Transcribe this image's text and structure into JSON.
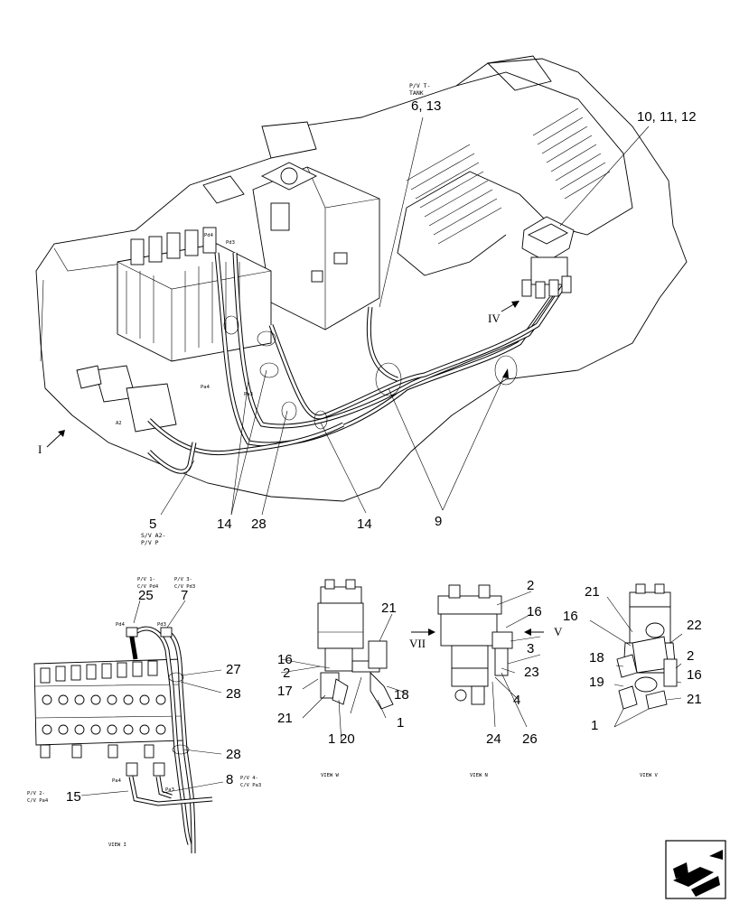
{
  "diagram": {
    "top_labels": {
      "pv_t_tank_1": "P/V T-",
      "pv_t_tank_2": "TANK",
      "ref_6_13": "6, 13",
      "ref_10_11_12": "10, 11, 12",
      "ref_5": "5",
      "sv_a2_1": "S/V A2-",
      "sv_a2_2": "P/V P",
      "ref_14_left": "14",
      "ref_28": "28",
      "ref_14_right": "14",
      "ref_9": "9",
      "view_I": "I",
      "view_IV": "IV",
      "pd4": "Pd4",
      "pd3": "Pd3",
      "pa4": "Pa4",
      "pa3": "Pa3",
      "a2": "A2"
    },
    "view_I": {
      "pv1_1": "P/V 1-",
      "pv1_2": "C/V Pd4",
      "pv3_1": "P/V 3-",
      "pv3_2": "C/V Pd3",
      "ref_25": "25",
      "ref_7": "7",
      "pd4": "Pd4",
      "pd3": "Pd3",
      "ref_27": "27",
      "ref_28a": "28",
      "ref_28b": "28",
      "pa4": "Pa4",
      "pa3": "Pa3",
      "pv2_1": "P/V 2-",
      "pv2_2": "C/V Pa4",
      "ref_15": "15",
      "ref_8": "8",
      "pv4_1": "P/V 4-",
      "pv4_2": "C/V Pa3",
      "caption": "VIEW I"
    },
    "view_3": {
      "ref_21a": "21",
      "ref_16": "16",
      "ref_2": "2",
      "ref_17": "17",
      "ref_18": "18",
      "ref_21b": "21",
      "ref_1a": "1",
      "ref_1b": "1",
      "ref_20": "20",
      "caption": "VIEW W"
    },
    "view_4": {
      "ref_2": "2",
      "ref_16": "16",
      "arrow_VII": "VII",
      "arrow_V": "V",
      "ref_3": "3",
      "ref_23": "23",
      "ref_4": "4",
      "ref_24": "24",
      "ref_26": "26",
      "caption": "VIEW N"
    },
    "view_5": {
      "ref_21a": "21",
      "ref_16a": "16",
      "ref_22": "22",
      "ref_2": "2",
      "ref_18": "18",
      "ref_16b": "16",
      "ref_19": "19",
      "ref_21b": "21",
      "ref_1": "1",
      "caption": "VIEW V"
    }
  },
  "nav": {
    "next_icon": "page-corner-arrow-icon"
  }
}
